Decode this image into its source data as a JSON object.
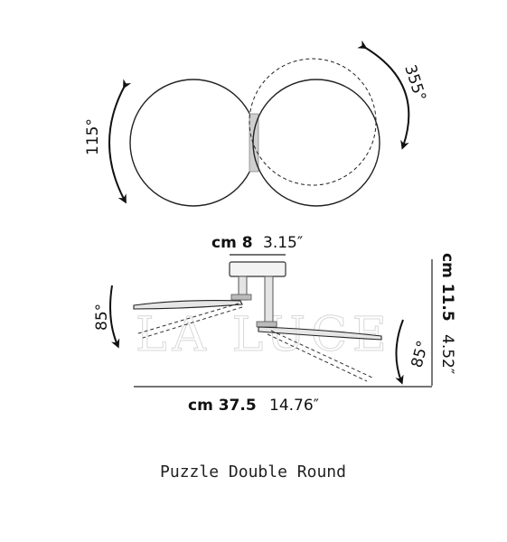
{
  "watermark": "LA LUCE",
  "top_view": {
    "rotation_left": "115°",
    "rotation_right": "355°"
  },
  "side_view": {
    "width_cm": "cm 8",
    "width_in": "3.15″",
    "height_cm": "cm 11.5",
    "height_in": "4.52″",
    "length_cm": "cm 37.5",
    "length_in": "14.76″",
    "tilt_left": "85°",
    "tilt_right": "85°"
  },
  "product_name": "Puzzle Double Round"
}
